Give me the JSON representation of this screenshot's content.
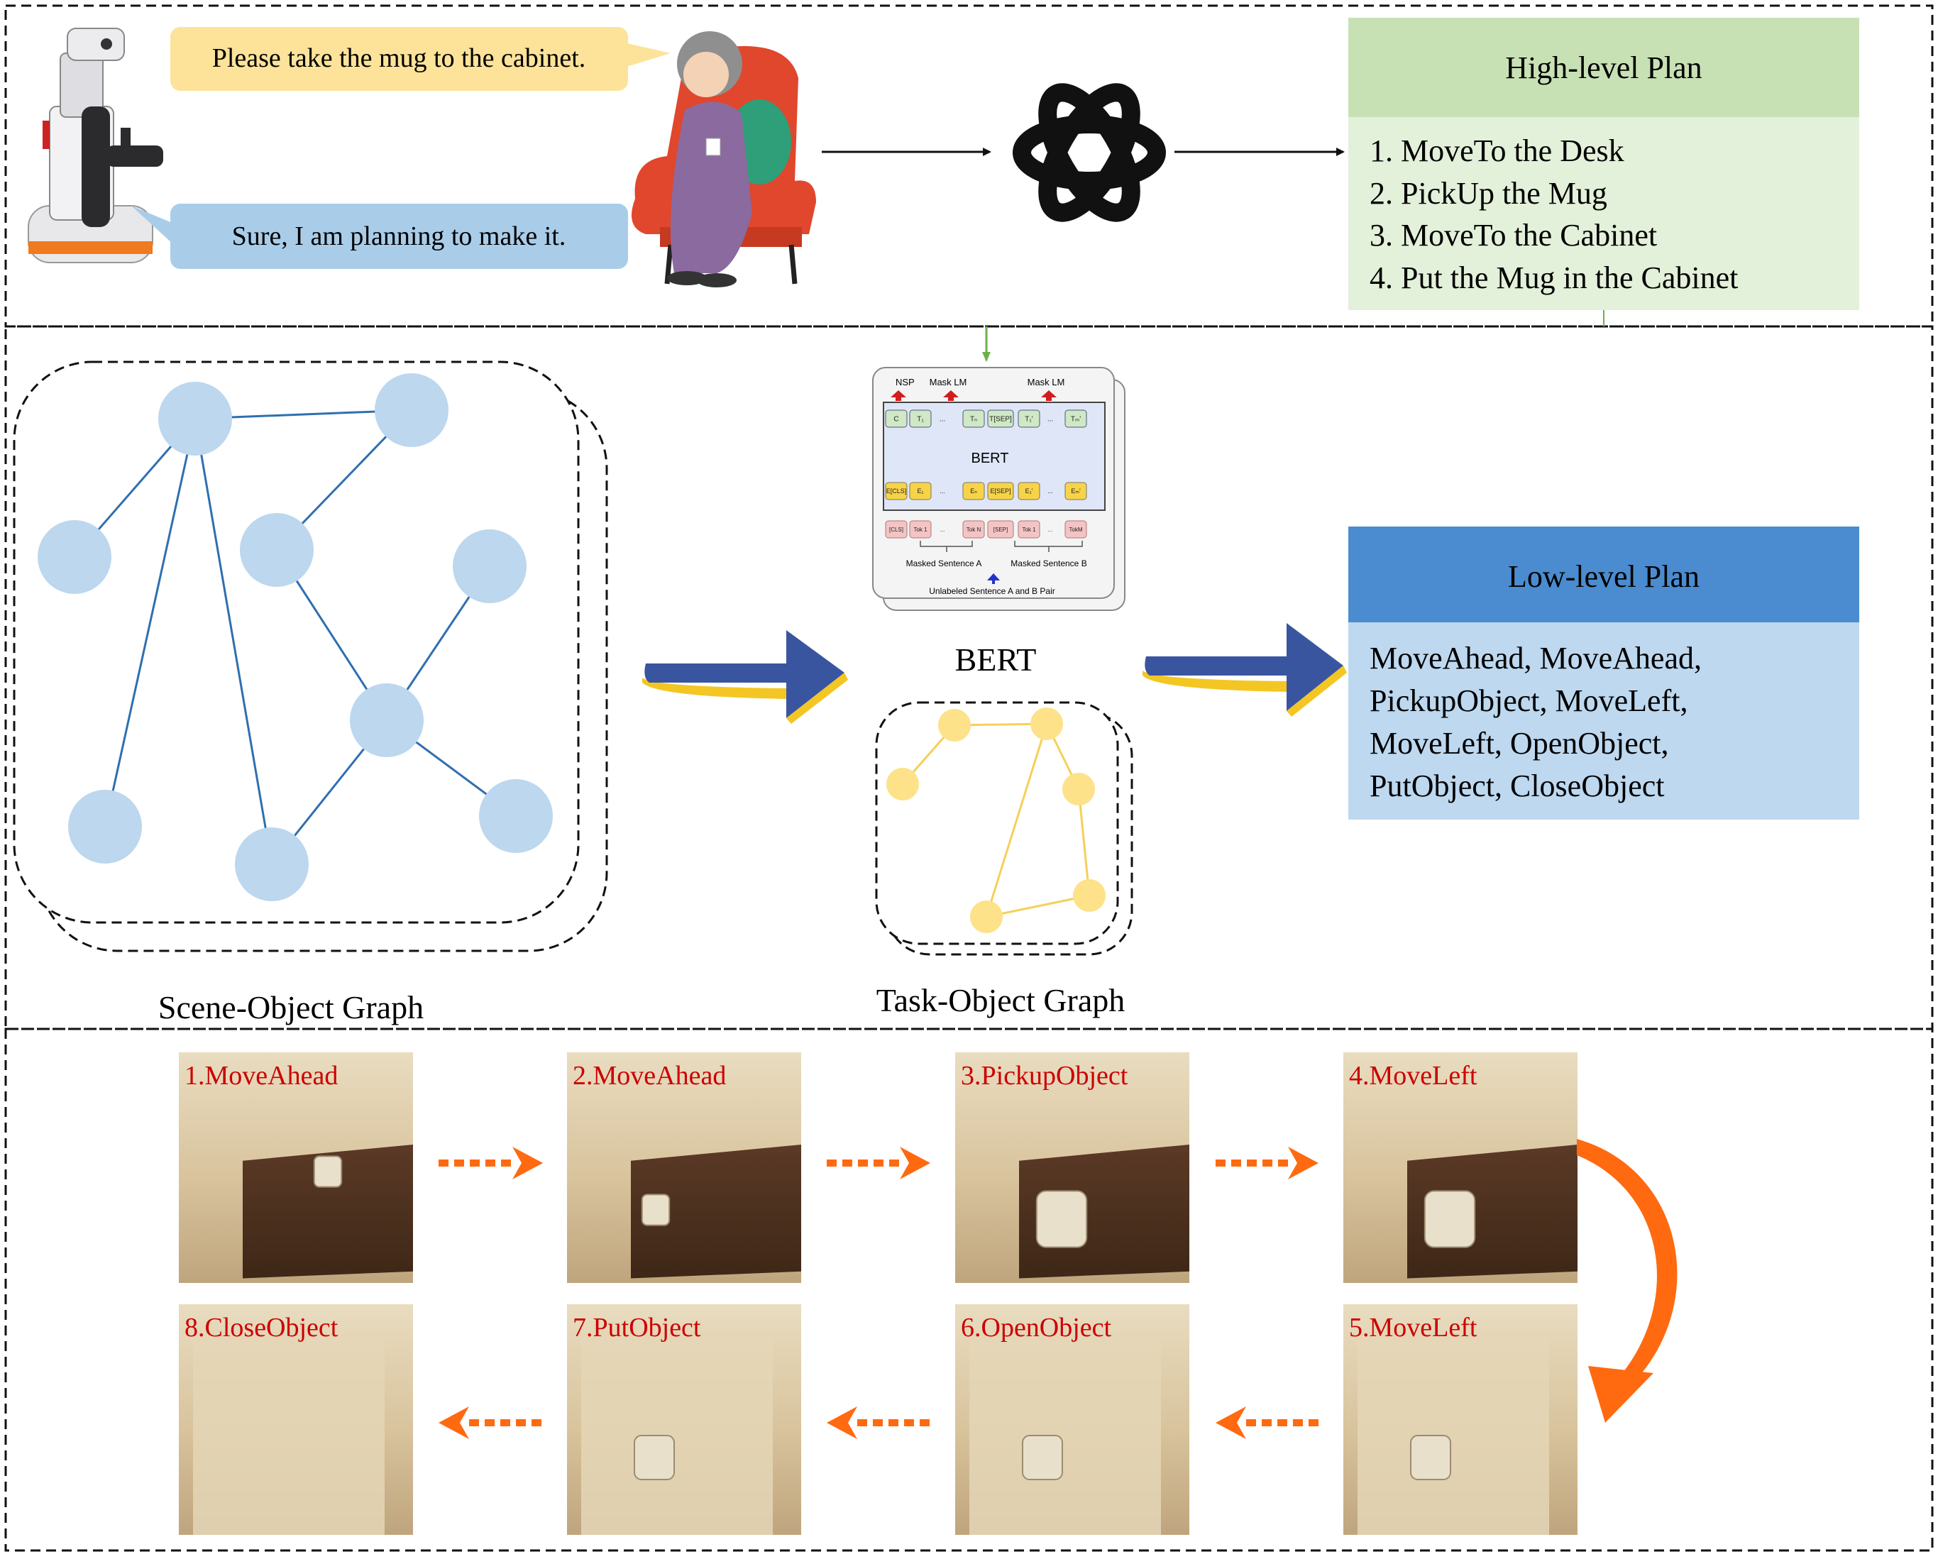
{
  "dialogue": {
    "user_request": "Please take the mug to the cabinet.",
    "robot_reply": "Sure, I am planning to make it."
  },
  "high_level_plan": {
    "title": "High-level Plan",
    "steps": [
      "1. MoveTo the Desk",
      "2. PickUp the Mug",
      "3. MoveTo the Cabinet",
      "4. Put the Mug in the Cabinet"
    ]
  },
  "bert_figure": {
    "nsp": "NSP",
    "mask_lm_1": "Mask LM",
    "mask_lm_2": "Mask LM",
    "model_name": "BERT",
    "out_tokens": [
      "C",
      "T₁",
      "...",
      "Tₙ",
      "T[SEP]",
      "T₁'",
      "...",
      "Tₘ'"
    ],
    "emb_tokens": [
      "E[CLS]",
      "E₁",
      "...",
      "Eₙ",
      "E[SEP]",
      "E₁'",
      "...",
      "Eₘ'"
    ],
    "in_tokens": [
      "[CLS]",
      "Tok 1",
      "...",
      "Tok N",
      "[SEP]",
      "Tok 1",
      "...",
      "TokM"
    ],
    "masked_a": "Masked Sentence A",
    "masked_b": "Masked Sentence B",
    "pair_label": "Unlabeled Sentence A and B Pair"
  },
  "bert_label": "BERT",
  "low_level_plan": {
    "title": "Low-level Plan",
    "lines": [
      "MoveAhead, MoveAhead,",
      "PickupObject, MoveLeft,",
      "MoveLeft, OpenObject,",
      "PutObject, CloseObject"
    ]
  },
  "scene_graph_label": "Scene-Object  Graph",
  "task_graph_label": "Task-Object Graph",
  "frames": [
    "1.MoveAhead",
    "2.MoveAhead",
    "3.PickupObject",
    "4.MoveLeft",
    "5.MoveLeft",
    "6.OpenObject",
    "7.PutObject",
    "8.CloseObject"
  ],
  "colors": {
    "scene_node": "#bcd7ee",
    "scene_edge": "#2e6fb0",
    "task_node": "#fde28a",
    "task_edge": "#f5d058",
    "big_arrow": "#3a55a0",
    "arrow_accent": "#f3c623",
    "high_header": "#c7e1b5",
    "high_body": "#e3f0da",
    "low_header": "#4a8ccf",
    "low_body": "#bdd8ef",
    "frame_label": "#cc0000",
    "step_arrow": "#ff6a10"
  }
}
